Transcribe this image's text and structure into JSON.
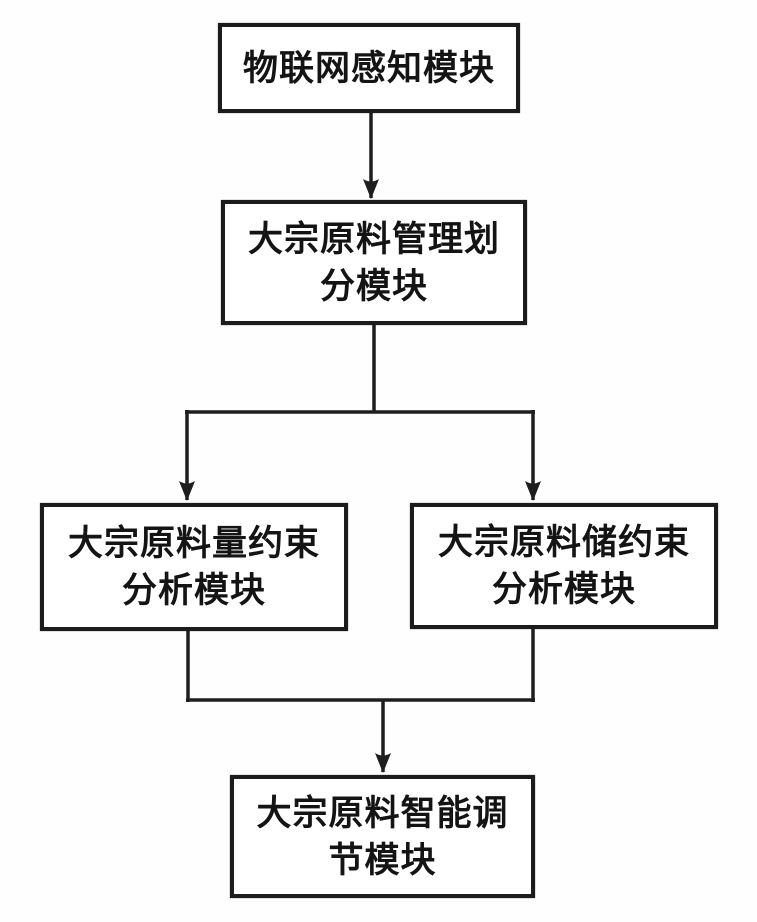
{
  "flowchart": {
    "colors": {
      "background": "#ffffff",
      "ink": "#1c1c1c"
    },
    "nodes": [
      {
        "id": "iot-sensing-module",
        "lines": [
          "物联网感知模块"
        ]
      },
      {
        "id": "bulk-material-management-division-module",
        "lines": [
          "大宗原料管理划",
          "分模块"
        ]
      },
      {
        "id": "bulk-material-quantity-constraint-analysis-module",
        "lines": [
          "大宗原料量约束",
          "分析模块"
        ]
      },
      {
        "id": "bulk-material-storage-constraint-analysis-module",
        "lines": [
          "大宗原料储约束",
          "分析模块"
        ]
      },
      {
        "id": "bulk-material-intelligent-adjustment-module",
        "lines": [
          "大宗原料智能调",
          "节模块"
        ]
      }
    ],
    "edges": [
      {
        "from": "iot-sensing-module",
        "to": "bulk-material-management-division-module",
        "style": "arrow"
      },
      {
        "from": "bulk-material-management-division-module",
        "to": "bulk-material-quantity-constraint-analysis-module",
        "style": "arrow"
      },
      {
        "from": "bulk-material-management-division-module",
        "to": "bulk-material-storage-constraint-analysis-module",
        "style": "arrow"
      },
      {
        "from": "bulk-material-quantity-constraint-analysis-module",
        "to": "bulk-material-intelligent-adjustment-module",
        "style": "arrow-merged"
      },
      {
        "from": "bulk-material-storage-constraint-analysis-module",
        "to": "bulk-material-intelligent-adjustment-module",
        "style": "arrow-merged"
      }
    ]
  }
}
